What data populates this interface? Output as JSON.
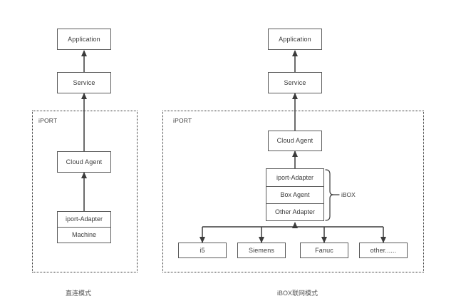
{
  "diagram": {
    "title_hidden": "",
    "background": "#ffffff",
    "line_color": "#3b3b3b",
    "box_border": "#5b5b5b",
    "panels": [
      {
        "id": "direct",
        "caption": "直连模式",
        "zone_label": "iPORT",
        "nodes": [
          {
            "id": "application",
            "label": "Application"
          },
          {
            "id": "service",
            "label": "Service"
          },
          {
            "id": "cloud-agent",
            "label": "Cloud Agent"
          },
          {
            "id": "iport-adapter",
            "label": "iport-Adapter"
          },
          {
            "id": "machine",
            "label": "Machine"
          }
        ]
      },
      {
        "id": "ibox",
        "caption": "iBOX联网模式",
        "zone_label": "iPORT",
        "brace_label": "iBOX",
        "nodes": [
          {
            "id": "application",
            "label": "Application"
          },
          {
            "id": "service",
            "label": "Service"
          },
          {
            "id": "cloud-agent",
            "label": "Cloud Agent"
          },
          {
            "id": "iport-adapter",
            "label": "iport-Adapter"
          },
          {
            "id": "box-agent",
            "label": "Box Agent"
          },
          {
            "id": "other-adapter",
            "label": "Other Adapter"
          }
        ],
        "devices": [
          {
            "id": "i5",
            "label": "i5"
          },
          {
            "id": "siemens",
            "label": "Siemens"
          },
          {
            "id": "fanuc",
            "label": "Fanuc"
          },
          {
            "id": "other",
            "label": "other......"
          }
        ]
      }
    ]
  }
}
